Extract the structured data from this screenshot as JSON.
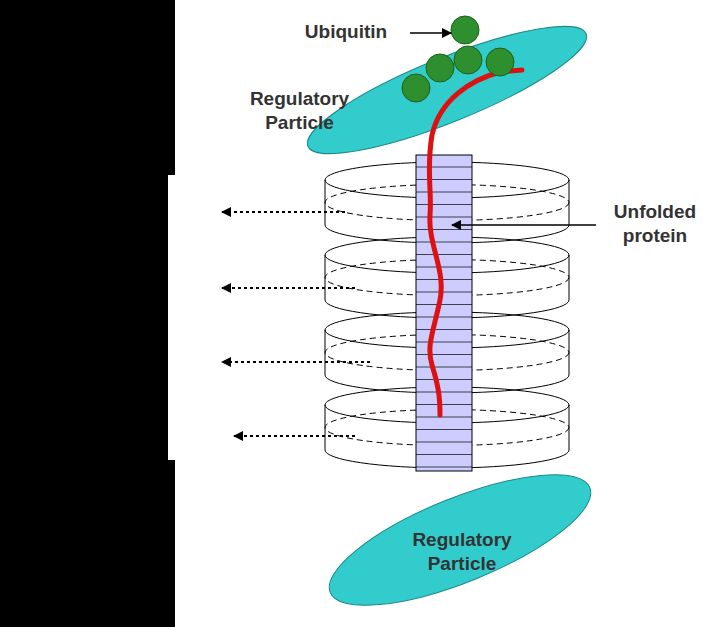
{
  "diagram": {
    "nodes": [
      {
        "text": [
          "Regulatory Particle"
        ]
      },
      {
        "text": [
          "Regulatory Particle"
        ]
      }
    ],
    "labels": [
      "Ubiquitin",
      "Unfolded protein"
    ]
  }
}
